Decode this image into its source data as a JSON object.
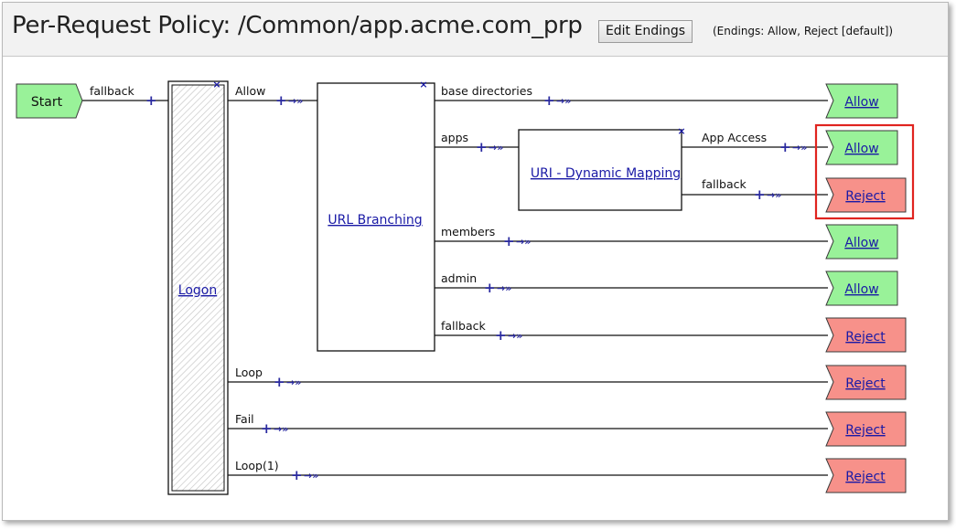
{
  "header": {
    "title": "Per-Request Policy: /Common/app.acme.com_prp",
    "edit_endings_label": "Edit Endings",
    "endings_note": "(Endings: Allow, Reject [default])"
  },
  "colors": {
    "allow_fill": "#99f299",
    "reject_fill": "#f7918a",
    "start_fill": "#99f299",
    "highlight_border": "#e0241f",
    "link": "#1a1aa6",
    "plus": "#2a2aa0"
  },
  "flow": {
    "start": "Start",
    "start_branch": "fallback",
    "plus": "+",
    "arrow": "→»",
    "close": "×",
    "logon": {
      "label": "Logon",
      "branches": [
        "Allow",
        "Loop",
        "Fail",
        "Loop(1)"
      ]
    },
    "url_branching": {
      "label": "URL Branching",
      "branches": [
        "base directories",
        "apps",
        "members",
        "admin",
        "fallback"
      ]
    },
    "uri_mapping": {
      "label": "URI - Dynamic Mapping",
      "branches": [
        "App Access",
        "fallback"
      ]
    },
    "endings": [
      "Allow",
      "Allow",
      "Reject",
      "Allow",
      "Allow",
      "Reject",
      "Reject",
      "Reject",
      "Reject"
    ]
  }
}
